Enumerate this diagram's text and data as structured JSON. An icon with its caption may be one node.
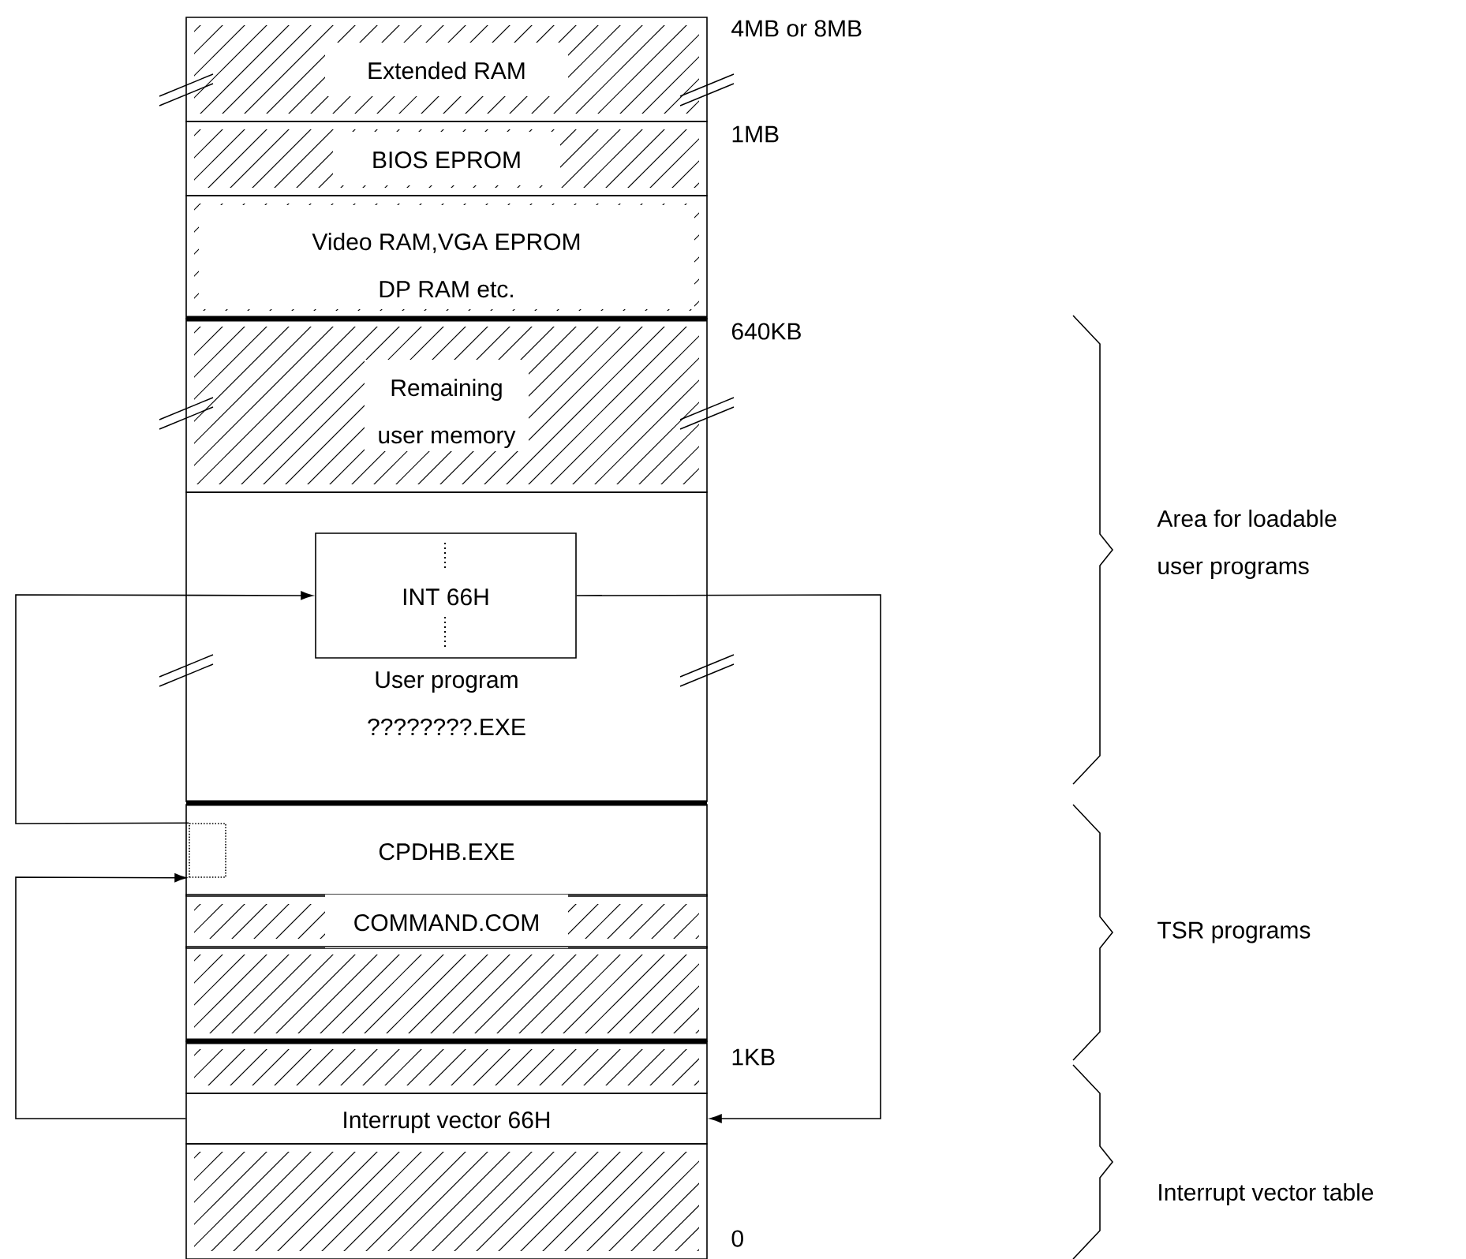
{
  "diagram": {
    "nodes": [
      {
        "text": [
          "Extended RAM"
        ]
      },
      {
        "text": [
          "BIOS EPROM"
        ]
      },
      {
        "text": [
          "Video RAM,VGA EPROM DP RAM etc."
        ]
      },
      {
        "text": [
          "Remaining user memory"
        ]
      },
      {
        "text": [
          "User program ????????.EXE"
        ]
      },
      {
        "text": [
          "INT 66H"
        ],
        "in": 4
      },
      {
        "text": [
          "CPDHB.EXE"
        ]
      },
      {
        "text": [],
        "shape": "box",
        "in": 6
      },
      {
        "text": [
          "COMMAND.COM"
        ]
      },
      {
        "text": [],
        "shape": "box"
      },
      {
        "text": [],
        "shape": "box"
      },
      {
        "text": [
          "Interrupt vector 66H"
        ]
      },
      {
        "text": [],
        "shape": "box"
      }
    ],
    "edges": [
      {
        "from": 5,
        "to": 11,
        "arrow": "to"
      },
      {
        "from": 11,
        "to": 7,
        "arrow": "to"
      },
      {
        "from": 7,
        "to": 5,
        "arrow": "to"
      }
    ],
    "labels": [
      "4MB or 8MB",
      "1MB",
      "640KB",
      "Area for loadable user programs",
      "TSR programs",
      "1KB",
      "Interrupt vector table",
      "0"
    ]
  }
}
